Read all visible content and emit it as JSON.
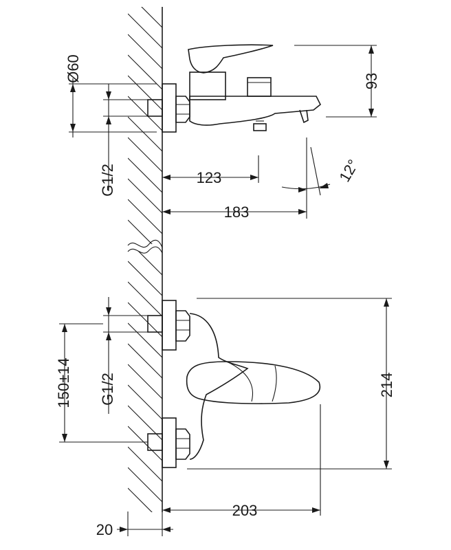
{
  "dimensions": {
    "diameter_label": "Ø60",
    "height_top_label": "93",
    "thread_top_label": "G1/2",
    "projection_spout_label": "123",
    "angle_label": "12°",
    "projection_total_label": "183",
    "thread_bottom_label": "G1/2",
    "centers_label": "150±14",
    "height_front_label": "214",
    "projection_front_label": "203",
    "offset_label": "20"
  }
}
